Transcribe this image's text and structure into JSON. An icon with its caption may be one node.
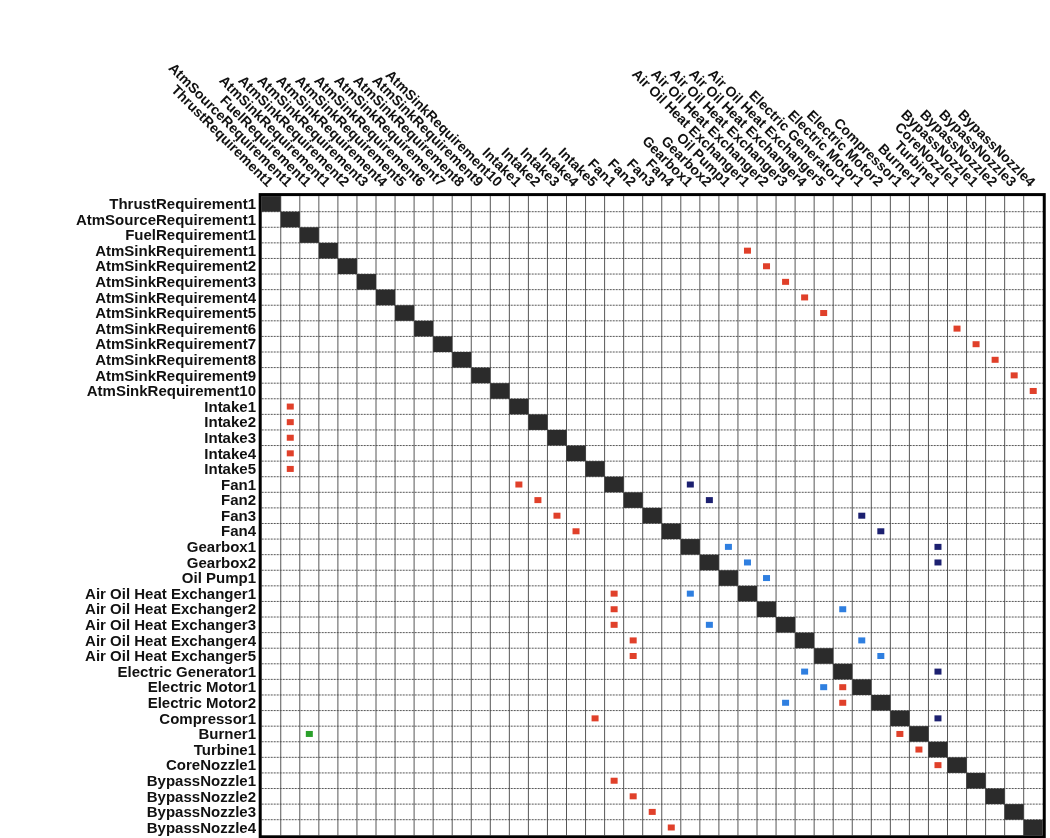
{
  "diagram": {
    "labels": [
      "ThrustRequirement1",
      "AtmSourceRequirement1",
      "FuelRequirement1",
      "AtmSinkRequirement1",
      "AtmSinkRequirement2",
      "AtmSinkRequirement3",
      "AtmSinkRequirement4",
      "AtmSinkRequirement5",
      "AtmSinkRequirement6",
      "AtmSinkRequirement7",
      "AtmSinkRequirement8",
      "AtmSinkRequirement9",
      "AtmSinkRequirement10",
      "Intake1",
      "Intake2",
      "Intake3",
      "Intake4",
      "Intake5",
      "Fan1",
      "Fan2",
      "Fan3",
      "Fan4",
      "Gearbox1",
      "Gearbox2",
      "Oil Pump1",
      "Air Oil Heat Exchanger1",
      "Air Oil Heat Exchanger2",
      "Air Oil Heat Exchanger3",
      "Air Oil Heat Exchanger4",
      "Air Oil Heat Exchanger5",
      "Electric Generator1",
      "Electric Motor1",
      "Electric Motor2",
      "Compressor1",
      "Burner1",
      "Turbine1",
      "CoreNozzle1",
      "BypassNozzle1",
      "BypassNozzle2",
      "BypassNozzle3",
      "BypassNozzle4",
      "ThrustRequirement1",
      "AtmSourceRequirement1",
      "FuelRequirement1",
      "AtmSinkRequirement1",
      "AtmSinkRequirement2",
      "AtmSinkRequirement3",
      "AtmSinkRequirement4",
      "AtmSinkRequirement5",
      "AtmSinkRequirement6",
      "AtmSinkRequirement7",
      "AtmSinkRequirement8",
      "AtmSinkRequirement9",
      "AtmSinkRequirement10",
      "Intake1",
      "Intake2",
      "Intake3",
      "Intake4",
      "Intake5",
      "Fan1",
      "Fan2",
      "Fan3",
      "Fan4",
      "Gearbox1",
      "Gearbox2",
      "Oil Pump1",
      "Air Oil Heat Exchanger1",
      "Air Oil Heat Exchanger2",
      "Air Oil Heat Exchanger3",
      "Air Oil Heat Exchanger4",
      "Air Oil Heat Exchanger5",
      "Electric Generator1",
      "Electric Motor1",
      "Electric Motor2",
      "Compressor1",
      "Burner1",
      "Turbine1",
      "CoreNozzle1",
      "BypassNozzle1",
      "BypassNozzle2",
      "BypassNozzle3",
      "BypassNozzle4"
    ]
  }
}
